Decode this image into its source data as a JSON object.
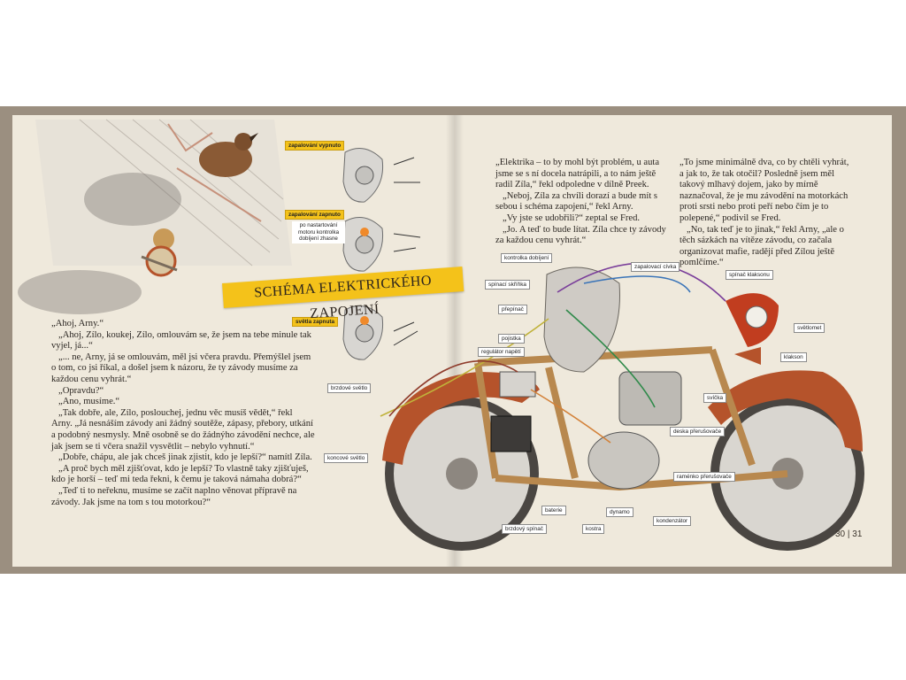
{
  "title": "SCHÉMA ELEKTRICKÉHO ZAPOJENÍ",
  "page_numbers": "30 | 31",
  "switch_labels": {
    "off": "zapalování vypnuto",
    "on": "zapalování zapnuto",
    "on_note": "po nastartování motoru kontrolka dobíjení zhasne",
    "lights": "světla zapnuta"
  },
  "left_text": [
    "„Ahoj, Arny.“",
    "„Ahoj, Zílo, koukej, Zílo, omlouvám se, že jsem na tebe minule tak vyjel, já...“",
    "„... ne, Arny, já se omlouvám, měl jsi včera pravdu. Přemýšlel jsem o tom, co jsi říkal, a došel jsem k názoru, že ty závody musíme za každou cenu vyhrát.“",
    "„Opravdu?“",
    "„Ano, musíme.“",
    "„Tak dobře, ale, Zílo, poslouchej, jednu věc musíš vědět,“ řekl Arny. „Já nesnáším závody ani žádný soutěže, zápasy, přebory, utkání a podobný nesmysly. Mně osobně se do žádnýho závodění nechce, ale jak jsem se ti včera snažil vysvětlit – nebylo vyhnutí.“",
    "„Dobře, chápu, ale jak chceš jinak zjistit, kdo je lepší?“ namítl Zíla.",
    "„A proč bych měl zjišťovat, kdo je lepší? To vlastně taky zjišťuješ, kdo je horší – teď mi teda řekni, k čemu je taková námaha dobrá?“",
    "„Teď ti to neřeknu, musíme se začít naplno věnovat přípravě na závody. Jak jsme na tom s tou motorkou?“"
  ],
  "right_text_col1": [
    "„Elektrika – to by mohl být problém, u auta jsme se s ní docela natrápili, a to nám ještě radil Zíla,“ řekl odpoledne v dílně Preek.",
    "„Neboj, Zíla za chvíli dorazí a bude mít s sebou i schéma zapojení,“ řekl Arny.",
    "„Vy jste se udobřili?“ zeptal se Fred.",
    "„Jo. A teď to bude lítat. Zíla chce ty závody za každou cenu vyhrát.“"
  ],
  "right_text_col2": [
    "„To jsme minimálně dva, co by chtěli vyhrát, a jak to, že tak otočil? Posledně jsem měl takový mlhavý dojem, jako by mírně naznačoval, že je mu závodění na motorkách proti srsti nebo proti peří nebo čím je to polepené,“ podivil se Fred.",
    "„No, tak teď je to jinak,“ řekl Arny, „ale o těch sázkách na vítěze závodu, co začala organizovat mafie, radějí před Zílou ještě pomlčíme.“"
  ],
  "parts": {
    "kontrolka": "kontrolka dobíjení",
    "cívka": "zapalovací cívka",
    "spinac_klaksonu": "spínač klaksonu",
    "skrinka": "spínací skříňka",
    "prepinac": "přepínač",
    "svetlomet": "světlomet",
    "pojistka": "pojistka",
    "regulator": "regulátor napětí",
    "klakson": "klakson",
    "brzdove": "brzdové světlo",
    "svicka": "svíčka",
    "deska": "deska přerušovače",
    "koncove": "koncové světlo",
    "ramenko": "raménko přerušovače",
    "baterie": "baterie",
    "dynamo": "dynamo",
    "kondenzator": "kondenzátor",
    "brzdovy_spinac": "brzdový spínač",
    "kostra": "kostra"
  },
  "colors": {
    "banner": "#f4c21a",
    "page": "#efe9dc",
    "frame": "#9b8f80",
    "fender": "#b5532b"
  }
}
